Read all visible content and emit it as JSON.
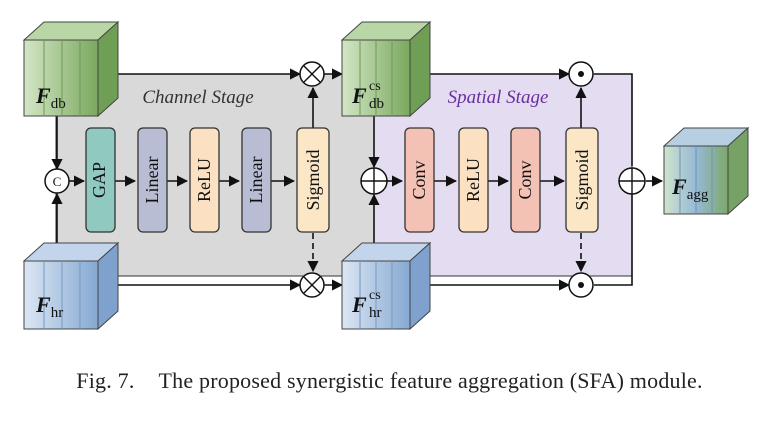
{
  "stages": {
    "channel": "Channel Stage",
    "spatial": "Spatial Stage"
  },
  "blocks": {
    "gap": "GAP",
    "linear1": "Linear",
    "relu1": "ReLU",
    "linear2": "Linear",
    "sigmoid1": "Sigmoid",
    "conv1": "Conv",
    "relu2": "ReLU",
    "conv2": "Conv",
    "sigmoid2": "Sigmoid"
  },
  "features": {
    "f_db": {
      "main": "F",
      "sub": "db",
      "sup": ""
    },
    "f_hr": {
      "main": "F",
      "sub": "hr",
      "sup": ""
    },
    "f_db_cs": {
      "main": "F",
      "sub": "db",
      "sup": "cs"
    },
    "f_hr_cs": {
      "main": "F",
      "sub": "hr",
      "sup": "cs"
    },
    "f_agg": {
      "main": "F",
      "sub": "agg",
      "sup": ""
    }
  },
  "operators": {
    "concat": "C",
    "multiply": "⊗",
    "add": "⊕",
    "hadamard": "⊙"
  },
  "caption": {
    "label": "Fig. 7.",
    "text": "The proposed synergistic feature aggregation (SFA) module."
  },
  "colors": {
    "channel_region": "#d9d9d9",
    "spatial_region": "#e4dcf0",
    "gap": "#8fc9c0",
    "linear": "#b8bdd4",
    "relu": "#fbe1c2",
    "sigmoid": "#fbe6c6",
    "conv": "#f4c2b4",
    "green_cube": "#7fae62",
    "blue_cube": "#8fb0d8"
  }
}
